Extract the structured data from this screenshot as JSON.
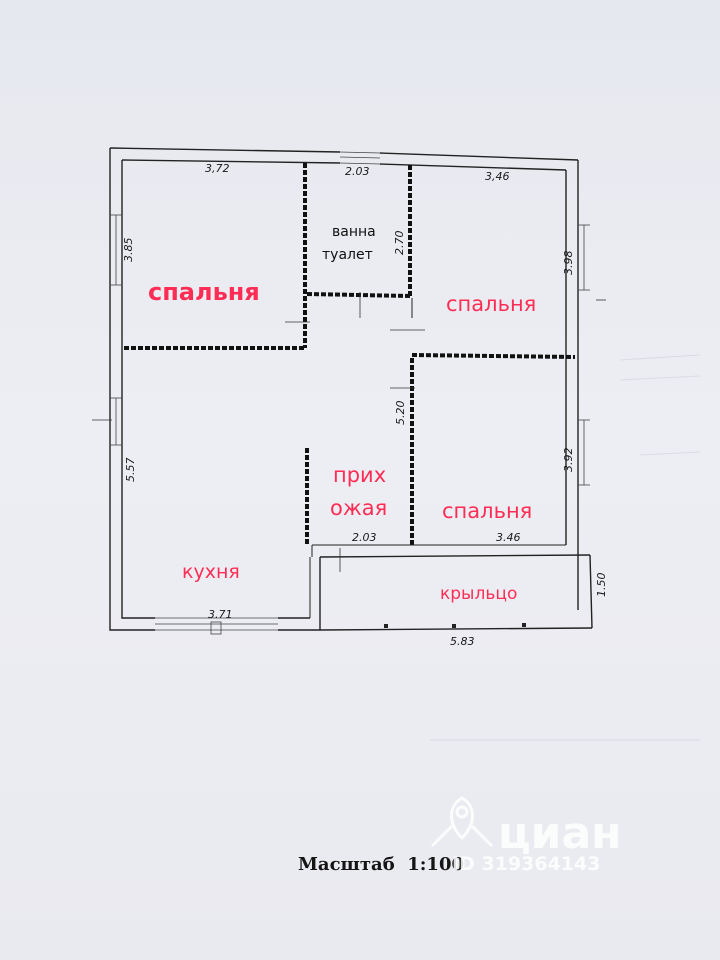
{
  "rooms": {
    "bedroom_top_left": "спальня",
    "bathroom_line1": "ванна",
    "bathroom_line2": "туалет",
    "bedroom_top_right": "спальня",
    "bedroom_bottom_right": "спальня",
    "hall_line1": "прих",
    "hall_line2": "ожая",
    "kitchen": "кухня",
    "porch": "крыльцо"
  },
  "dimensions": {
    "top_left_width": "3,72",
    "top_mid_width": "2.03",
    "top_right_width": "3,46",
    "left_top_height": "3.85",
    "bath_height": "2.70",
    "right_top_height": "3.98",
    "left_bottom_height": "5.57",
    "hall_height": "5.20",
    "right_bottom_height": "3.92",
    "hall_width": "2.03",
    "bedroom_bottom_width": "3.46",
    "kitchen_width": "3.71",
    "porch_depth": "1.50",
    "porch_width": "5.83"
  },
  "scale_label": "Масштаб  1:100",
  "watermark": {
    "brand": "циан",
    "id": "ID 319364143"
  },
  "colors": {
    "room_label": "#ff2d55",
    "wall": "#222222"
  }
}
